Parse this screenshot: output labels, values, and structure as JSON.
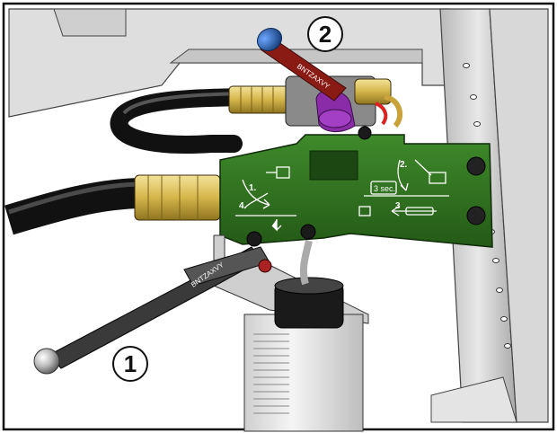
{
  "callouts": [
    {
      "number": "1"
    },
    {
      "number": "2"
    }
  ],
  "panel": {
    "steps": {
      "step1": "1.",
      "step2": "2.",
      "step3": "3",
      "step4": "4.",
      "duration": "3 sec."
    }
  },
  "handles": {
    "lever_brand_text": "BNTZAXVY",
    "valve_brand_text": "BNTZAXVY"
  },
  "colors": {
    "panel_green": "#2f6e1f",
    "handle_red": "#8a1a14",
    "knob_blue": "#1e5aa8",
    "valve_purple": "#8a2ca8",
    "brass": "#d9c05a",
    "frame_gray": "#c8c8c8"
  }
}
